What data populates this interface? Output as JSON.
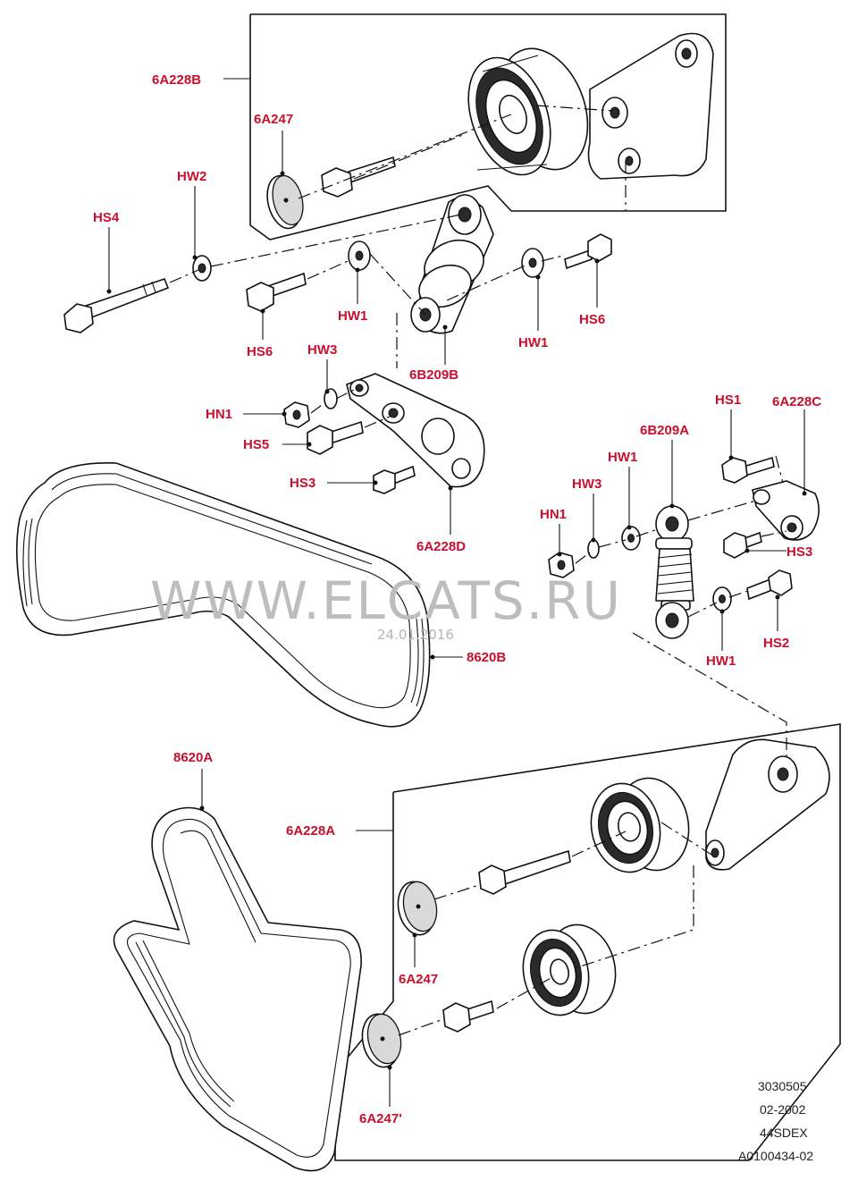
{
  "watermark": {
    "text": "WWW.ELCATS.RU",
    "date": "24.01.2016"
  },
  "labels": {
    "tensioner_assy_top": "6A228B",
    "cover_top": "6A247",
    "washer_hw2": "HW2",
    "bolt_hs4": "HS4",
    "bolt_hs6_left": "HS6",
    "washer_hw1_left": "HW1",
    "washer_hw1_right": "HW1",
    "bolt_hs6_right": "HS6",
    "washer_hw3_left": "HW3",
    "damper_b": "6B209B",
    "nut_hn1_left": "HN1",
    "bolt_hs5": "HS5",
    "bolt_hs3_left": "HS3",
    "bracket_d": "6A228D",
    "belt_b": "8620B",
    "bolt_hs1": "HS1",
    "bracket_c": "6A228C",
    "damper_a": "6B209A",
    "washer_hw1_mid": "HW1",
    "washer_hw3_right": "HW3",
    "nut_hn1_right": "HN1",
    "bolt_hs3_right": "HS3",
    "bolt_hs2": "HS2",
    "washer_hw1_bottom": "HW1",
    "belt_a": "8620A",
    "tensioner_assy_bottom": "6A228A",
    "cover_mid": "6A247",
    "cover_bottom": "6A247'"
  },
  "info": {
    "line1": "3030505",
    "line2": "02-2002",
    "line3": "44SDEX",
    "line4": "A0100434-02"
  }
}
